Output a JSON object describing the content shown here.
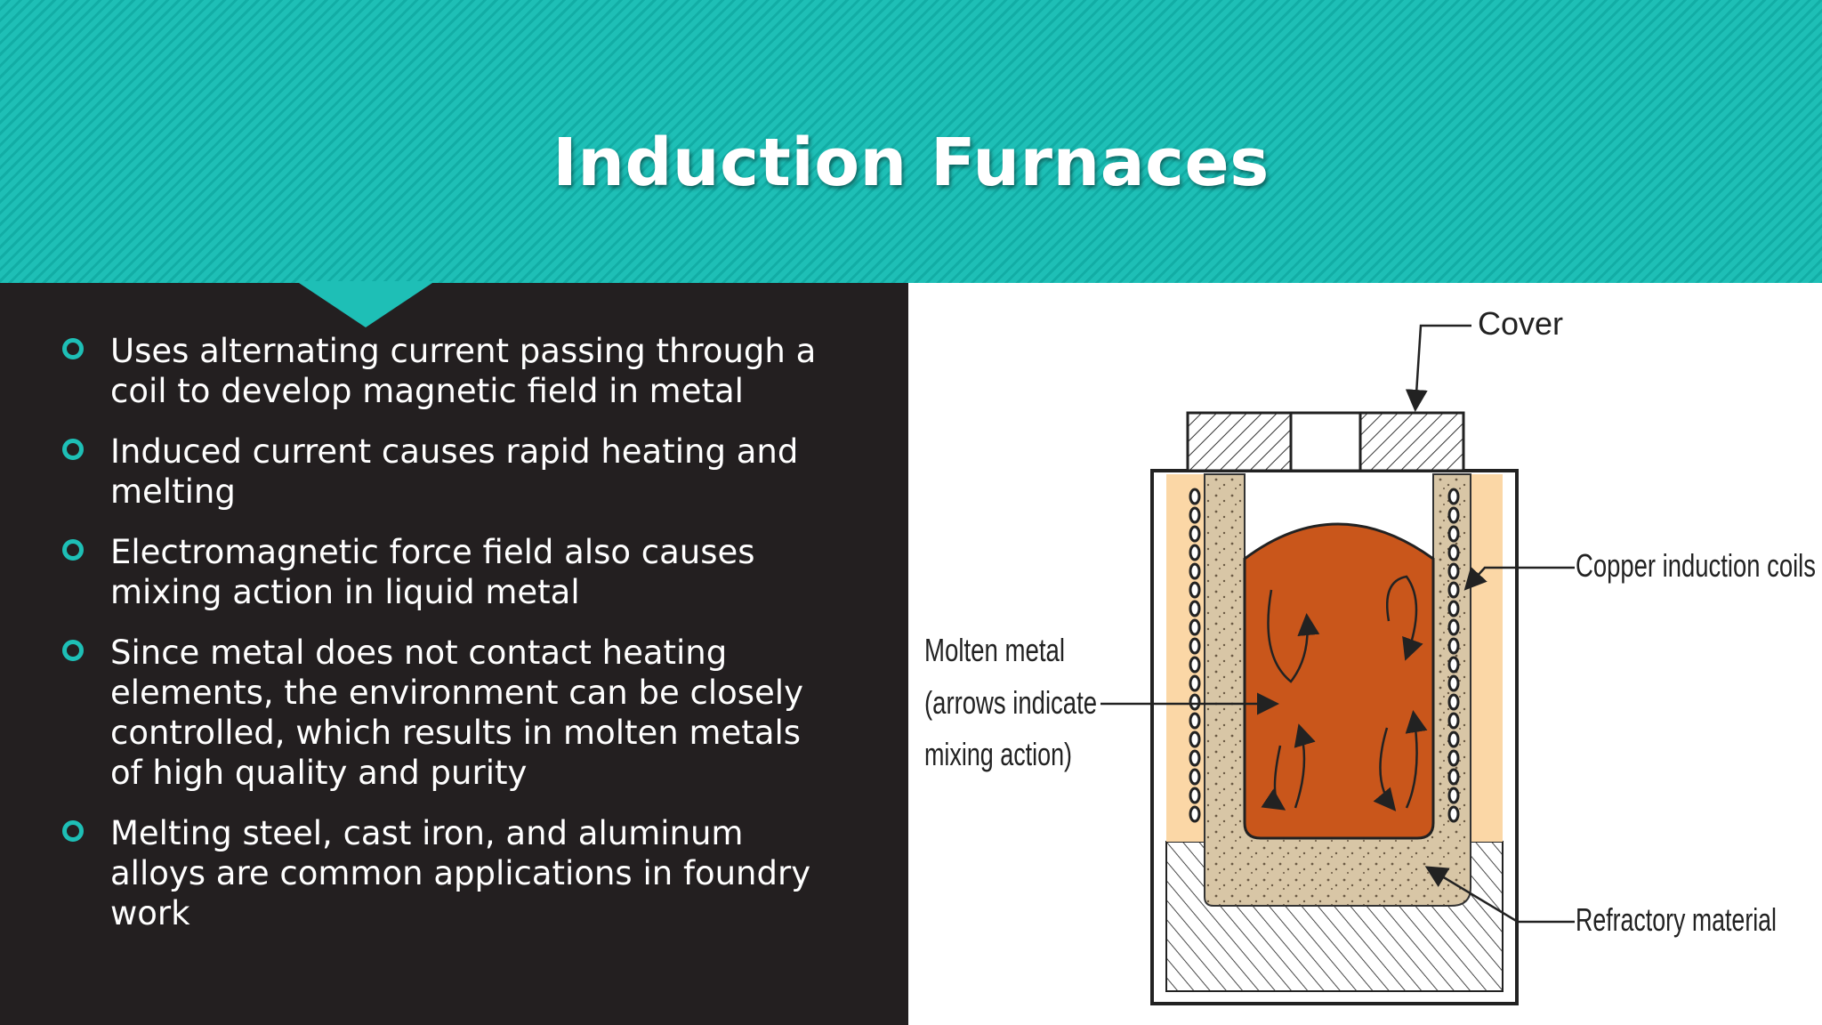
{
  "slide": {
    "title": "Induction Furnaces",
    "bullets": [
      "Uses alternating current passing through a coil to develop magnetic field in metal",
      "Induced current causes rapid heating and melting",
      "Electromagnetic force field also causes mixing action in liquid metal",
      "Since metal does not contact heating elements, the environment can be closely controlled, which results in molten metals of high quality and purity",
      "Melting steel, cast iron, and aluminum alloys are common applications in foundry work"
    ]
  },
  "diagram": {
    "labels": {
      "cover": "Cover",
      "coils": "Copper induction coils",
      "molten_1": "Molten metal",
      "molten_2": "(arrows indicate",
      "molten_3": "mixing action)",
      "refractory": "Refractory material"
    }
  },
  "colors": {
    "accent": "#1ebfb6",
    "panel": "#231f20",
    "molten": "#c9561b",
    "coil_band": "#fbd7a6",
    "refractory": "#d8c6a6"
  }
}
